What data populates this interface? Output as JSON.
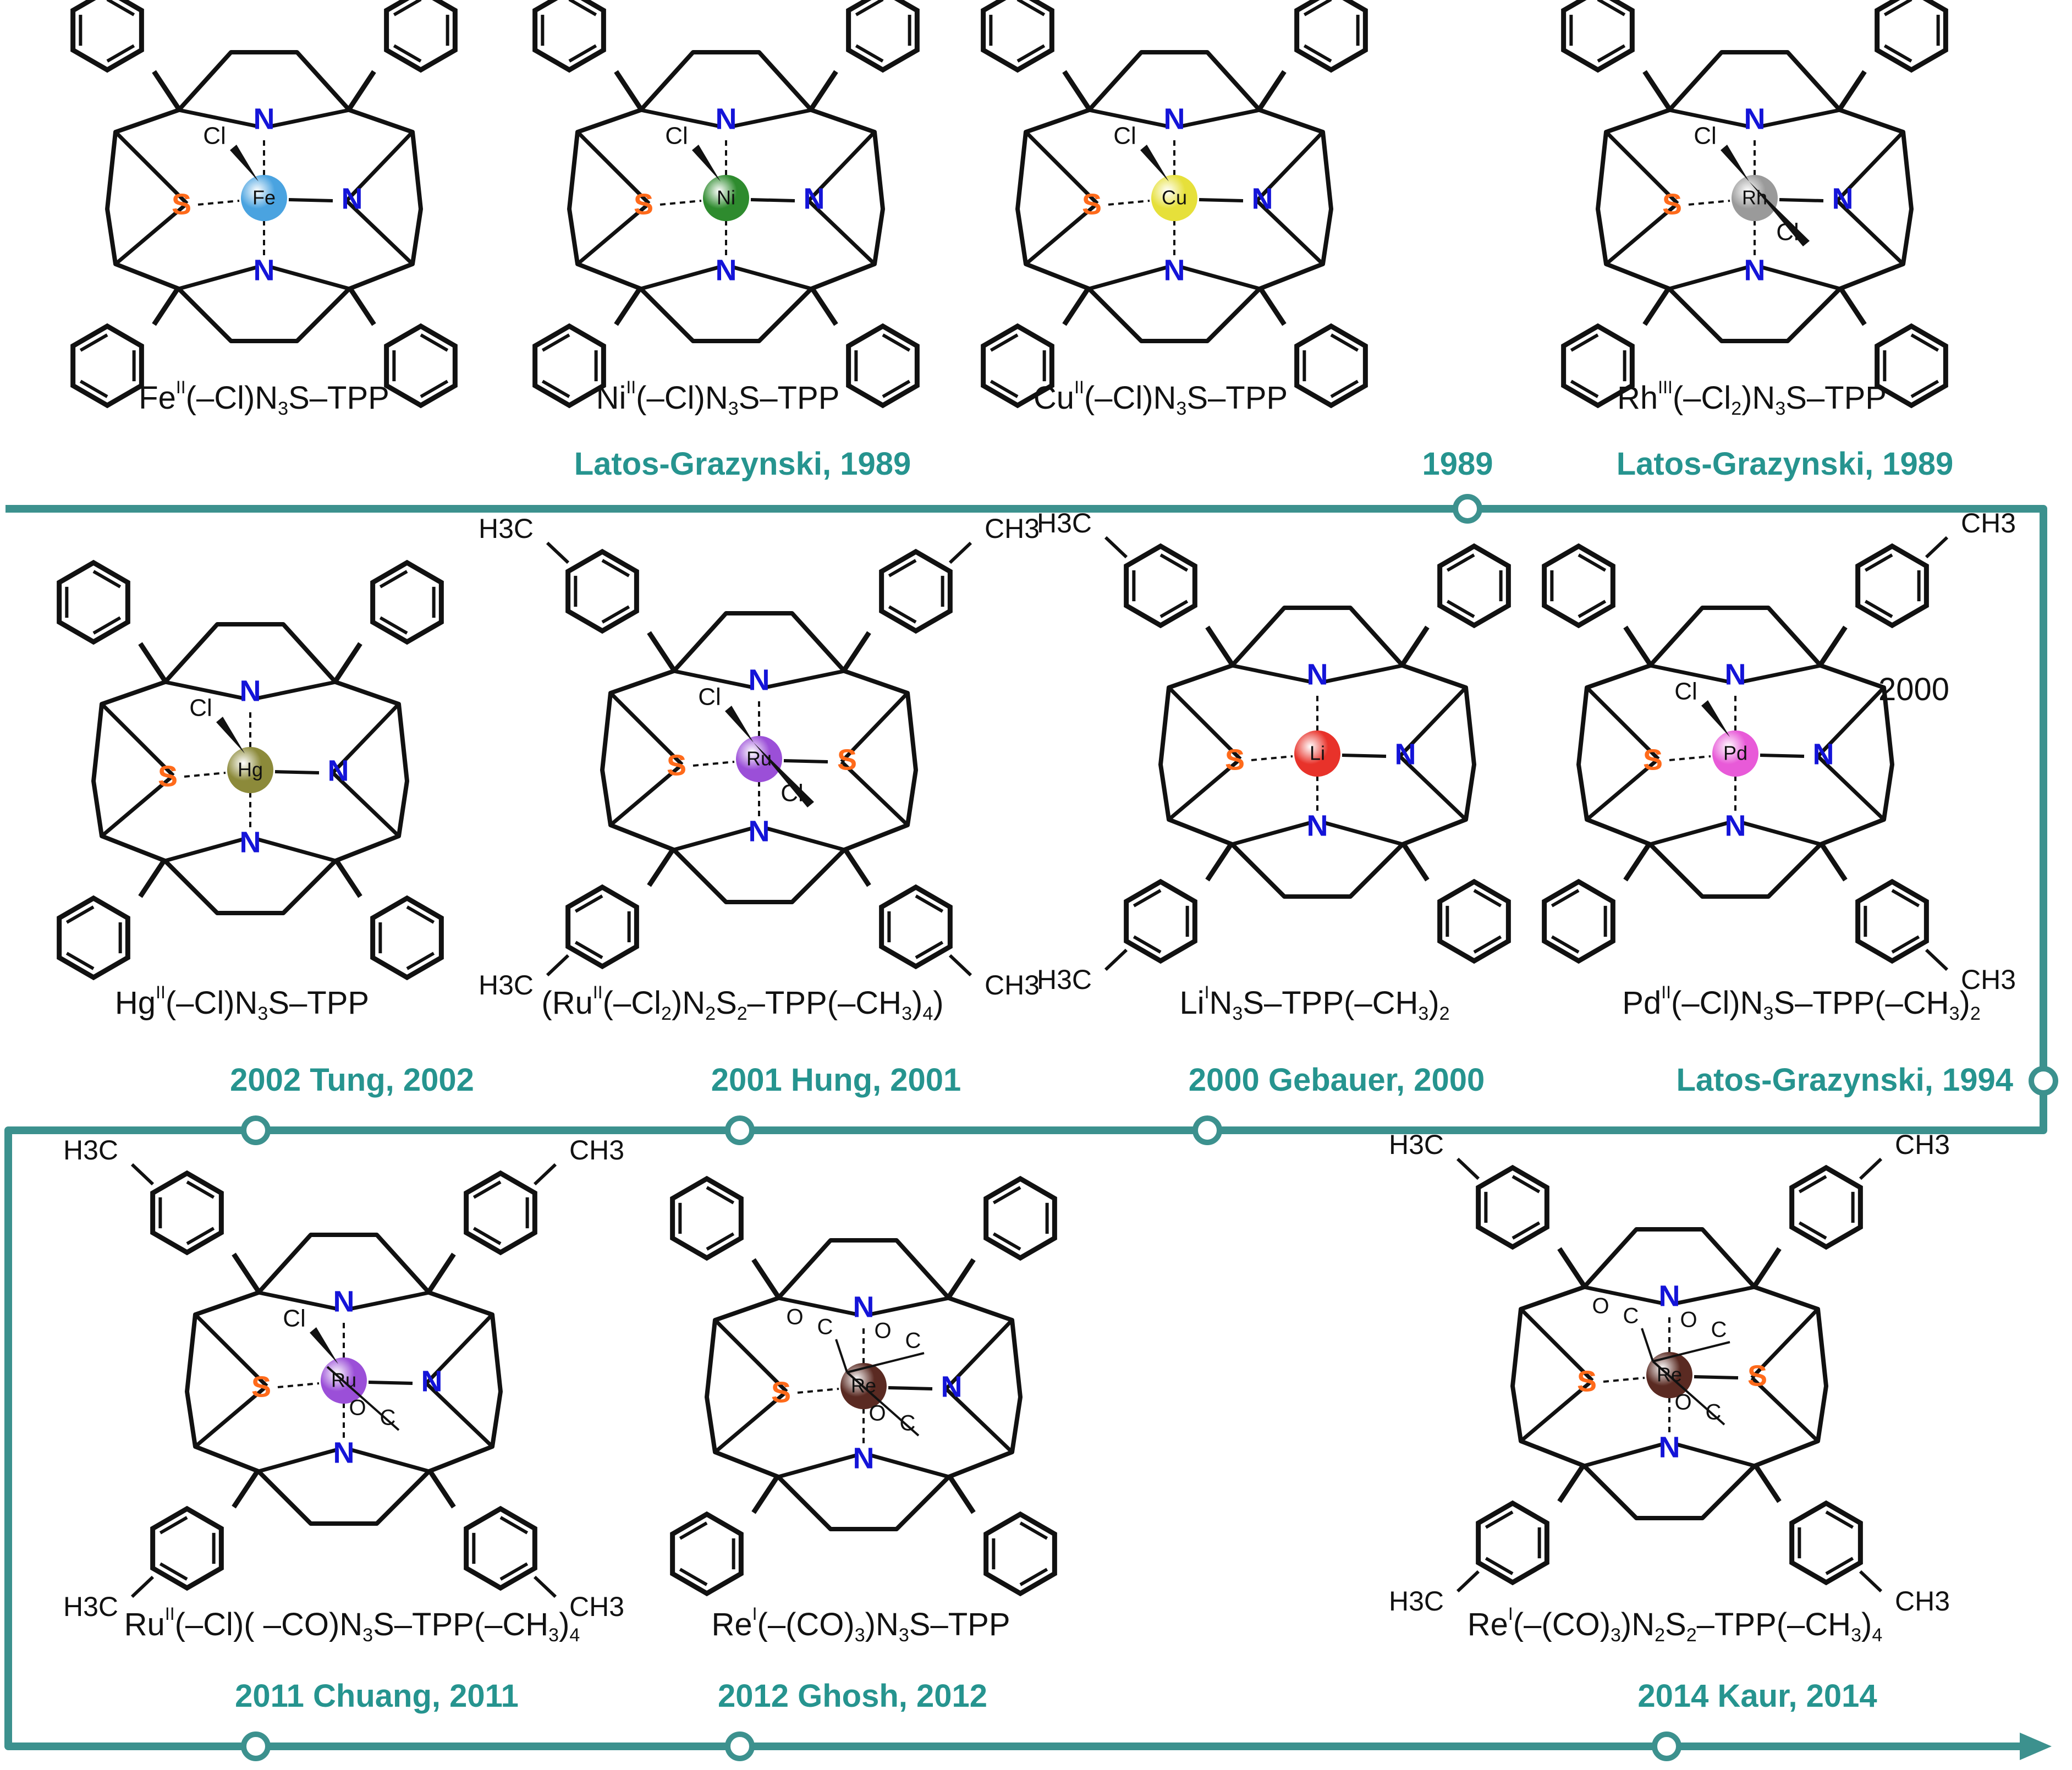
{
  "timeline": {
    "color": "#3c918e",
    "labels": [
      {
        "id": "row1a",
        "text": "Latos-Grazynski, 1989"
      },
      {
        "id": "row1b",
        "text": "1989"
      },
      {
        "id": "row1c",
        "text": "Latos-Grazynski, 1989"
      },
      {
        "id": "row2a",
        "text": "2002 Tung, 2002"
      },
      {
        "id": "row2b",
        "text": "2001 Hung, 2001"
      },
      {
        "id": "row2c",
        "text": "2000 Gebauer, 2000"
      },
      {
        "id": "row2d",
        "text": "Latos-Grazynski, 1994"
      },
      {
        "id": "row3a",
        "text": "2011 Chuang, 2011"
      },
      {
        "id": "row3b",
        "text": "2012 Ghosh, 2012"
      },
      {
        "id": "row3c",
        "text": "2014 Kaur, 2014"
      }
    ],
    "extra_year": "2000"
  },
  "compounds": [
    {
      "id": "fe",
      "metal": "Fe",
      "metal_color": "#4aa3e0",
      "name_parts": [
        [
          "Fe",
          ""
        ],
        [
          "II",
          "sup"
        ],
        [
          "(–Cl)N",
          ""
        ],
        [
          "3",
          "sub"
        ],
        [
          "S–TPP",
          ""
        ]
      ],
      "ligands": [
        "Cl"
      ]
    },
    {
      "id": "ni",
      "metal": "Ni",
      "metal_color": "#2e8b2e",
      "name_parts": [
        [
          "Ni",
          ""
        ],
        [
          "II",
          "sup"
        ],
        [
          "(–Cl)N",
          ""
        ],
        [
          "3",
          "sub"
        ],
        [
          "S–TPP",
          ""
        ]
      ],
      "ligands": [
        "Cl"
      ]
    },
    {
      "id": "cu",
      "metal": "Cu",
      "metal_color": "#e6e03a",
      "name_parts": [
        [
          "Cu",
          ""
        ],
        [
          "II",
          "sup"
        ],
        [
          "(–Cl)N",
          ""
        ],
        [
          "3",
          "sub"
        ],
        [
          "S–TPP",
          ""
        ]
      ],
      "ligands": [
        "Cl"
      ]
    },
    {
      "id": "rh",
      "metal": "Rh",
      "metal_color": "#9a9a9a",
      "name_parts": [
        [
          "Rh",
          ""
        ],
        [
          "III",
          "sup"
        ],
        [
          "(–Cl",
          ""
        ],
        [
          "2",
          "sub"
        ],
        [
          ")N",
          ""
        ],
        [
          "3",
          "sub"
        ],
        [
          "S–TPP",
          ""
        ]
      ],
      "ligands": [
        "Cl",
        "Cl"
      ]
    },
    {
      "id": "hg",
      "metal": "Hg",
      "metal_color": "#8c8a3a",
      "name_parts": [
        [
          "Hg",
          ""
        ],
        [
          "II",
          "sup"
        ],
        [
          "(–Cl)N",
          ""
        ],
        [
          "3",
          "sub"
        ],
        [
          "S–TPP",
          ""
        ]
      ],
      "ligands": [
        "Cl"
      ]
    },
    {
      "id": "ru1",
      "metal": "Ru",
      "metal_color": "#9b4fd8",
      "name_parts": [
        [
          "(Ru",
          ""
        ],
        [
          "II",
          "sup"
        ],
        [
          "(–Cl",
          ""
        ],
        [
          "2",
          "sub"
        ],
        [
          ")N",
          ""
        ],
        [
          "2",
          "sub"
        ],
        [
          "S",
          ""
        ],
        [
          "2",
          "sub"
        ],
        [
          "–TPP(–CH",
          ""
        ],
        [
          "3",
          "sub"
        ],
        [
          ")",
          ""
        ],
        [
          "4",
          "sub"
        ],
        [
          ")",
          ""
        ]
      ],
      "ligands": [
        "Cl",
        "Cl"
      ]
    },
    {
      "id": "li",
      "metal": "Li",
      "metal_color": "#e8322a",
      "name_parts": [
        [
          "Li",
          ""
        ],
        [
          "I",
          "sup"
        ],
        [
          "N",
          ""
        ],
        [
          "3",
          "sub"
        ],
        [
          "S–TPP(–CH",
          ""
        ],
        [
          "3",
          "sub"
        ],
        [
          ")",
          ""
        ],
        [
          "2",
          "sub"
        ]
      ],
      "ligands": []
    },
    {
      "id": "pd",
      "metal": "Pd",
      "metal_color": "#e85ad8",
      "name_parts": [
        [
          "Pd",
          ""
        ],
        [
          "II",
          "sup"
        ],
        [
          "(–Cl)N",
          ""
        ],
        [
          "3",
          "sub"
        ],
        [
          "S–TPP(–CH",
          ""
        ],
        [
          "3",
          "sub"
        ],
        [
          ")",
          ""
        ],
        [
          "2",
          "sub"
        ]
      ],
      "ligands": [
        "Cl"
      ]
    },
    {
      "id": "ru2",
      "metal": "Ru",
      "metal_color": "#9b4fd8",
      "name_parts": [
        [
          "Ru",
          ""
        ],
        [
          "II",
          "sup"
        ],
        [
          "(–Cl)( –CO)N",
          ""
        ],
        [
          "3",
          "sub"
        ],
        [
          "S–TPP(–CH",
          ""
        ],
        [
          "3",
          "sub"
        ],
        [
          ")",
          ""
        ],
        [
          "4",
          "sub"
        ]
      ],
      "ligands": [
        "Cl",
        "O=C"
      ]
    },
    {
      "id": "re1",
      "metal": "Re",
      "metal_color": "#5a2a22",
      "name_parts": [
        [
          "Re",
          ""
        ],
        [
          "I",
          "sup"
        ],
        [
          "(–(CO)",
          ""
        ],
        [
          "3",
          "sub"
        ],
        [
          ")N",
          ""
        ],
        [
          "3",
          "sub"
        ],
        [
          "S–TPP",
          ""
        ]
      ],
      "ligands": [
        "O=C",
        "O=C",
        "O=C"
      ]
    },
    {
      "id": "re2",
      "metal": "Re",
      "metal_color": "#5a2a22",
      "name_parts": [
        [
          "Re",
          ""
        ],
        [
          "I",
          "sup"
        ],
        [
          "(–(CO)",
          ""
        ],
        [
          "3",
          "sub"
        ],
        [
          ")N",
          ""
        ],
        [
          "2",
          "sub"
        ],
        [
          "S",
          ""
        ],
        [
          "2",
          "sub"
        ],
        [
          "–TPP(–CH",
          ""
        ],
        [
          "3",
          "sub"
        ],
        [
          ")",
          ""
        ],
        [
          "4",
          "sub"
        ]
      ],
      "ligands": [
        "O=C",
        "O=C",
        "O=C"
      ]
    }
  ],
  "atom_labels": {
    "N": "N",
    "S": "S",
    "Cl": "Cl",
    "CO": "C",
    "O": "O",
    "CH3": "CH3",
    "H3C": "H3C"
  }
}
